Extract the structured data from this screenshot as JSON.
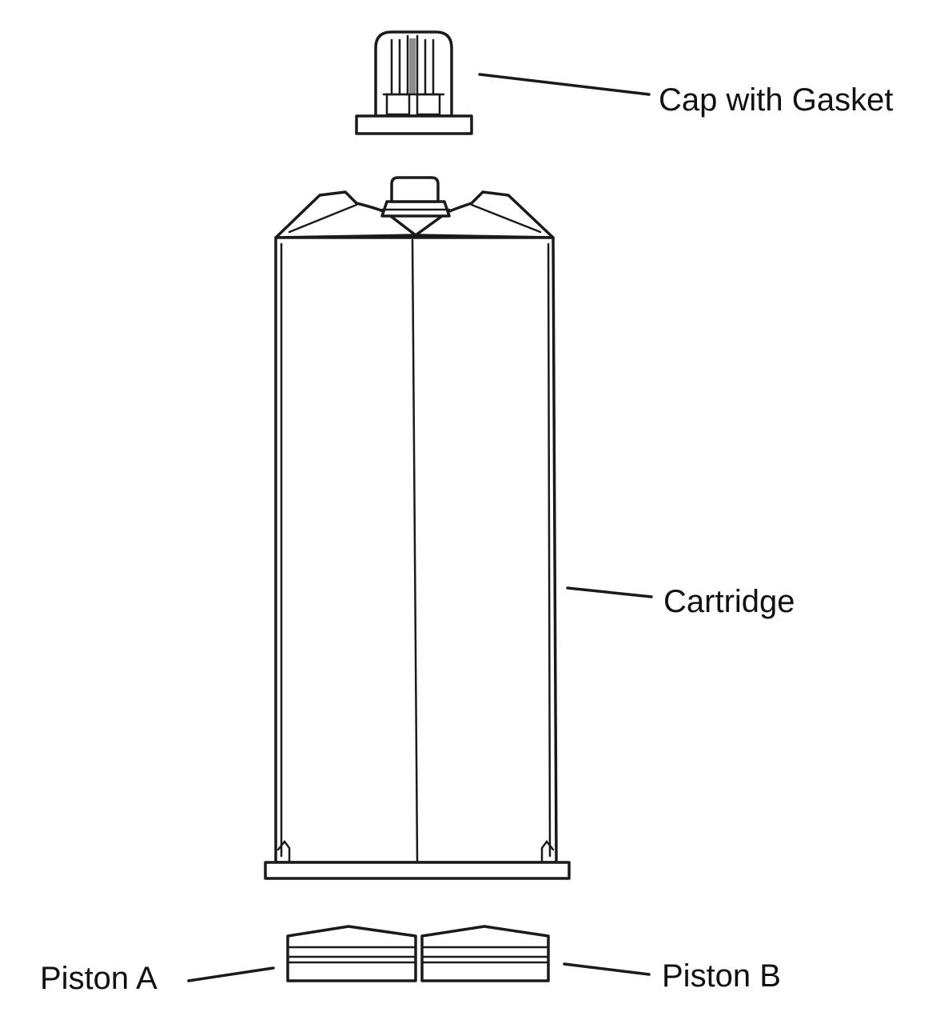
{
  "labels": {
    "cap": "Cap with Gasket",
    "cartridge": "Cartridge",
    "piston_a": "Piston A",
    "piston_b": "Piston B"
  },
  "colors": {
    "line": "#1a1a1a",
    "background": "#ffffff"
  }
}
